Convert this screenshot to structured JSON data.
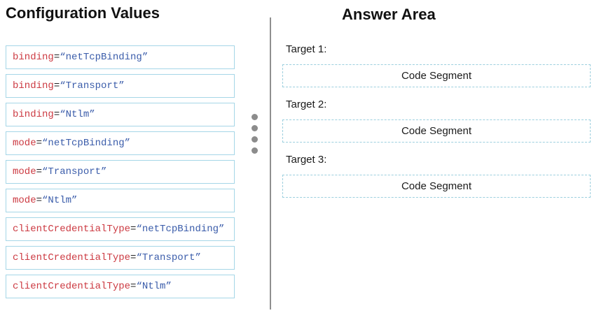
{
  "left_panel": {
    "title": "Configuration Values",
    "equals": "=",
    "items": [
      {
        "name": "binding",
        "value": "“netTcpBinding”"
      },
      {
        "name": "binding",
        "value": "“Transport”"
      },
      {
        "name": "binding",
        "value": "“Ntlm”"
      },
      {
        "name": "mode",
        "value": "“netTcpBinding”"
      },
      {
        "name": "mode",
        "value": "“Transport”"
      },
      {
        "name": "mode",
        "value": "“Ntlm”"
      },
      {
        "name": "clientCredentialType",
        "value": "“netTcpBinding”"
      },
      {
        "name": "clientCredentialType",
        "value": "“Transport”"
      },
      {
        "name": "clientCredentialType",
        "value": "“Ntlm”"
      }
    ]
  },
  "divider": {
    "drag_dots_count": 4
  },
  "right_panel": {
    "title": "Answer Area",
    "targets": [
      {
        "label": "Target 1:",
        "slot": "Code Segment"
      },
      {
        "label": "Target 2:",
        "slot": "Code Segment"
      },
      {
        "label": "Target 3:",
        "slot": "Code Segment"
      }
    ]
  },
  "colors": {
    "attr_red": "#cc3a42",
    "value_blue": "#3a5caa",
    "box_border": "#a5d6e7",
    "slot_border": "#9ccfde",
    "divider_gray": "#8f8f8f",
    "dot_gray": "#8c8c8c",
    "text_black": "#1a1a1a"
  }
}
